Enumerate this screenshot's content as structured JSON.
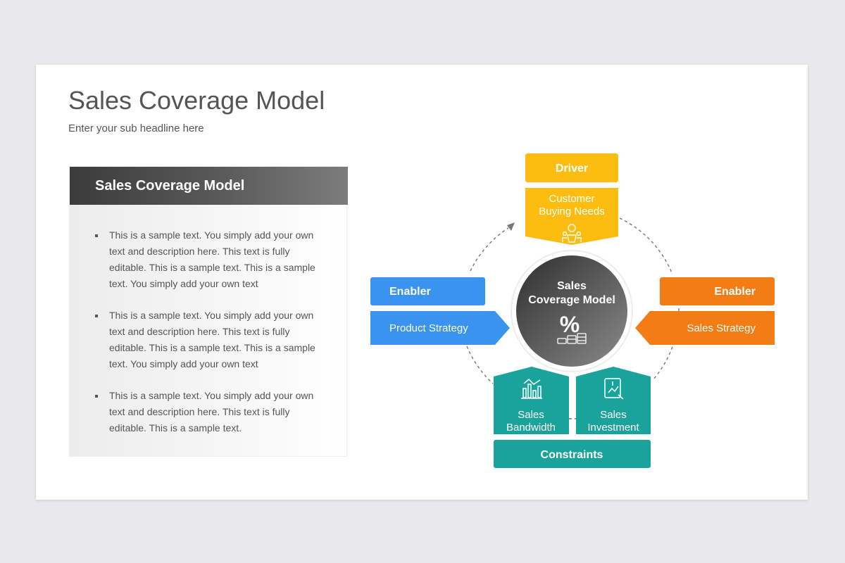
{
  "slide": {
    "title": "Sales Coverage Model",
    "subtitle": "Enter your sub headline here"
  },
  "panel": {
    "header": "Sales Coverage Model",
    "bullets": [
      "This is a sample text. You simply add your own text and description here. This text is fully editable. This is a sample text. This is a sample text. You simply add your own text",
      "This is a sample text. You simply add your own text and description here. This text is fully editable. This is a sample text. This is a sample text. You simply add your own text",
      "This is a sample text. You simply add your own text and description here. This text is fully editable. This is a sample text."
    ]
  },
  "diagram": {
    "center": {
      "line1": "Sales",
      "line2": "Coverage Model",
      "icon": "percent-coins-icon"
    },
    "top": {
      "header": "Driver",
      "line1": "Customer",
      "line2": "Buying Needs",
      "icon": "customer-needs-icon"
    },
    "left": {
      "header": "Enabler",
      "label": "Product Strategy"
    },
    "right": {
      "header": "Enabler",
      "label": "Sales Strategy"
    },
    "bottom_left": {
      "line1": "Sales",
      "line2": "Bandwidth",
      "icon": "bar-chart-icon"
    },
    "bottom_right": {
      "line1": "Sales",
      "line2": "Investment",
      "icon": "investment-tablet-icon"
    },
    "bottom": {
      "header": "Constraints"
    }
  },
  "colors": {
    "yellow": "#fdbd10",
    "blue": "#3b93f0",
    "orange": "#f47c14",
    "teal": "#1aa39a",
    "center_dark": "#3d3d3d",
    "text_gray": "#555555"
  }
}
